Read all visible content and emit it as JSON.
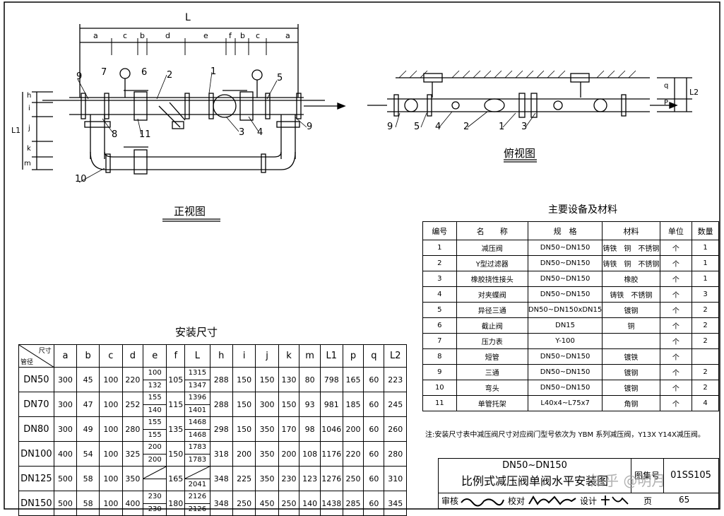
{
  "front_view": {
    "title": "正视图",
    "dim_total": "L",
    "dim_segments": [
      "a",
      "c",
      "b",
      "d",
      "e",
      "f",
      "b",
      "c",
      "a"
    ],
    "vert_dims": [
      "h",
      "i",
      "j",
      "k",
      "m"
    ],
    "vert_total": "L1",
    "callouts": [
      "7",
      "6",
      "2",
      "1",
      "5",
      "9",
      "8",
      "11",
      "3",
      "4",
      "9",
      "10"
    ]
  },
  "top_view": {
    "title": "俯视图",
    "callouts": [
      "9",
      "5",
      "4",
      "2",
      "1",
      "3"
    ],
    "side_dims": [
      "q",
      "P",
      "L2"
    ]
  },
  "install_table": {
    "title": "安装尺寸",
    "corner_top": "尺寸",
    "corner_bottom": "管径",
    "headers": [
      "a",
      "b",
      "c",
      "d",
      "e",
      "f",
      "L",
      "h",
      "i",
      "j",
      "k",
      "m",
      "L1",
      "p",
      "q",
      "L2"
    ],
    "rows": [
      {
        "dn": "DN50",
        "a": "300",
        "b": "45",
        "c": "100",
        "d": "220",
        "e": [
          "100",
          "132"
        ],
        "f": "105",
        "L": [
          "1315",
          "1347"
        ],
        "h": "288",
        "i": "150",
        "j": "150",
        "k": "130",
        "m": "80",
        "L1": "798",
        "p": "165",
        "q": "60",
        "L2": "223"
      },
      {
        "dn": "DN70",
        "a": "300",
        "b": "47",
        "c": "100",
        "d": "252",
        "e": [
          "155",
          "140"
        ],
        "f": "115",
        "L": [
          "1396",
          "1401"
        ],
        "h": "288",
        "i": "150",
        "j": "300",
        "k": "150",
        "m": "93",
        "L1": "981",
        "p": "185",
        "q": "60",
        "L2": "245"
      },
      {
        "dn": "DN80",
        "a": "300",
        "b": "49",
        "c": "100",
        "d": "280",
        "e": [
          "155",
          "155"
        ],
        "f": "135",
        "L": [
          "1468",
          "1468"
        ],
        "h": "298",
        "i": "150",
        "j": "350",
        "k": "170",
        "m": "98",
        "L1": "1046",
        "p": "200",
        "q": "60",
        "L2": "260"
      },
      {
        "dn": "DN100",
        "a": "400",
        "b": "54",
        "c": "100",
        "d": "325",
        "e": [
          "200",
          "200"
        ],
        "f": "150",
        "L": [
          "1783",
          "1783"
        ],
        "h": "318",
        "i": "200",
        "j": "350",
        "k": "200",
        "m": "108",
        "L1": "1176",
        "p": "220",
        "q": "60",
        "L2": "280"
      },
      {
        "dn": "DN125",
        "a": "500",
        "b": "58",
        "c": "100",
        "d": "350",
        "e": [
          "",
          ""
        ],
        "f": "165",
        "L": [
          "",
          "2041"
        ],
        "h": "348",
        "i": "225",
        "j": "350",
        "k": "230",
        "m": "123",
        "L1": "1276",
        "p": "250",
        "q": "60",
        "L2": "310"
      },
      {
        "dn": "DN150",
        "a": "500",
        "b": "58",
        "c": "100",
        "d": "400",
        "e": [
          "230",
          "230"
        ],
        "f": "180",
        "L": [
          "2126",
          "2126"
        ],
        "h": "348",
        "i": "250",
        "j": "450",
        "k": "250",
        "m": "140",
        "L1": "1438",
        "p": "285",
        "q": "60",
        "L2": "345"
      }
    ]
  },
  "material_table": {
    "title": "主要设备及材料",
    "headers": [
      "编号",
      "名　　称",
      "规　格",
      "材料",
      "单位",
      "数量"
    ],
    "rows": [
      [
        "1",
        "减压阀",
        "DN50~DN150",
        "铸铁　铜　不锈钢",
        "个",
        "1"
      ],
      [
        "2",
        "Y型过滤器",
        "DN50~DN150",
        "铸铁　铜　不锈钢",
        "个",
        "1"
      ],
      [
        "3",
        "橡胶挠性接头",
        "DN50~DN150",
        "橡胶",
        "个",
        "1"
      ],
      [
        "4",
        "对夹蝶阀",
        "DN50~DN150",
        "铸铁　不锈钢",
        "个",
        "3"
      ],
      [
        "5",
        "异径三通",
        "DN50~DN150xDN15",
        "镀钢",
        "个",
        "2"
      ],
      [
        "6",
        "截止阀",
        "DN15",
        "铜",
        "个",
        "2"
      ],
      [
        "7",
        "压力表",
        "Y-100",
        "",
        "个",
        "2"
      ],
      [
        "8",
        "短管",
        "DN50~DN150",
        "镀铁",
        "个",
        ""
      ],
      [
        "9",
        "三通",
        "DN50~DN150",
        "镀钢",
        "个",
        "2"
      ],
      [
        "10",
        "弯头",
        "DN50~DN150",
        "镀钢",
        "个",
        "2"
      ],
      [
        "11",
        "单管托架",
        "L40x4~L75x7",
        "角钢",
        "个",
        "4"
      ]
    ],
    "note": "注:安装尺寸表中减压阀尺寸对应阀门型号依次为 YBM 系列减压阀，Y13X Y14X减压阀。"
  },
  "title_block": {
    "line1": "DN50~DN150",
    "line2": "比例式减压阀单阀水平安装图",
    "atlas_label": "图集号",
    "atlas_no": "01SS105",
    "review_label": "审核",
    "check_label": "校对",
    "design_label": "设计",
    "page_label": "页",
    "page_no": "65",
    "watermark": "知乎 @明月"
  }
}
